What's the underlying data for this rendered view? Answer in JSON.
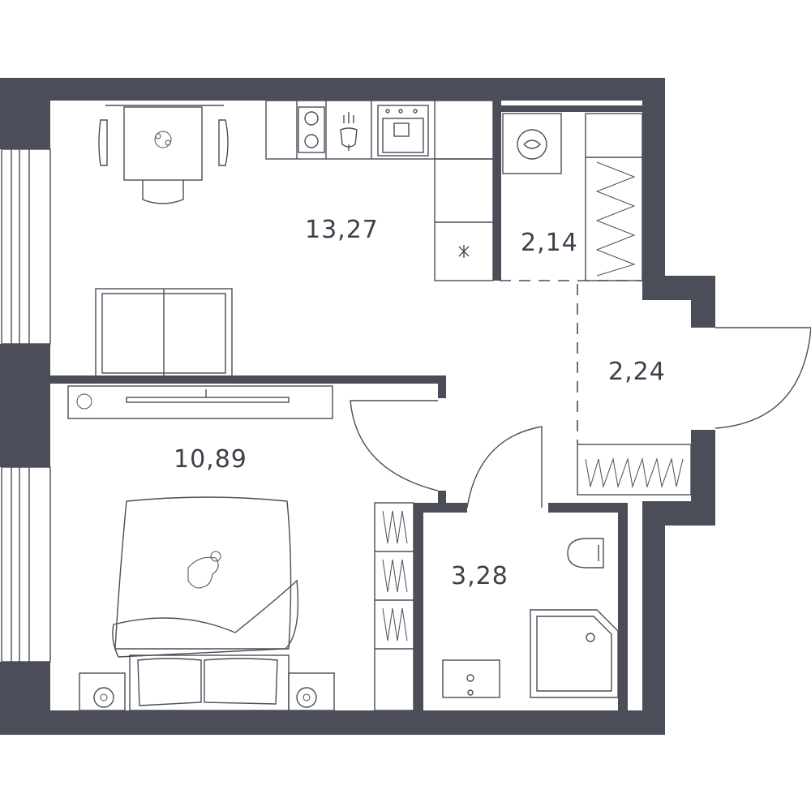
{
  "plan": {
    "rooms": [
      {
        "id": "kitchen-living",
        "area": "13,27"
      },
      {
        "id": "laundry",
        "area": "2,14"
      },
      {
        "id": "hallway",
        "area": "2,24"
      },
      {
        "id": "bedroom",
        "area": "10,89"
      },
      {
        "id": "bathroom",
        "area": "3,28"
      }
    ],
    "colors": {
      "wall": "#4b4d58",
      "background": "#ffffff",
      "text": "#3d3f4a"
    }
  }
}
